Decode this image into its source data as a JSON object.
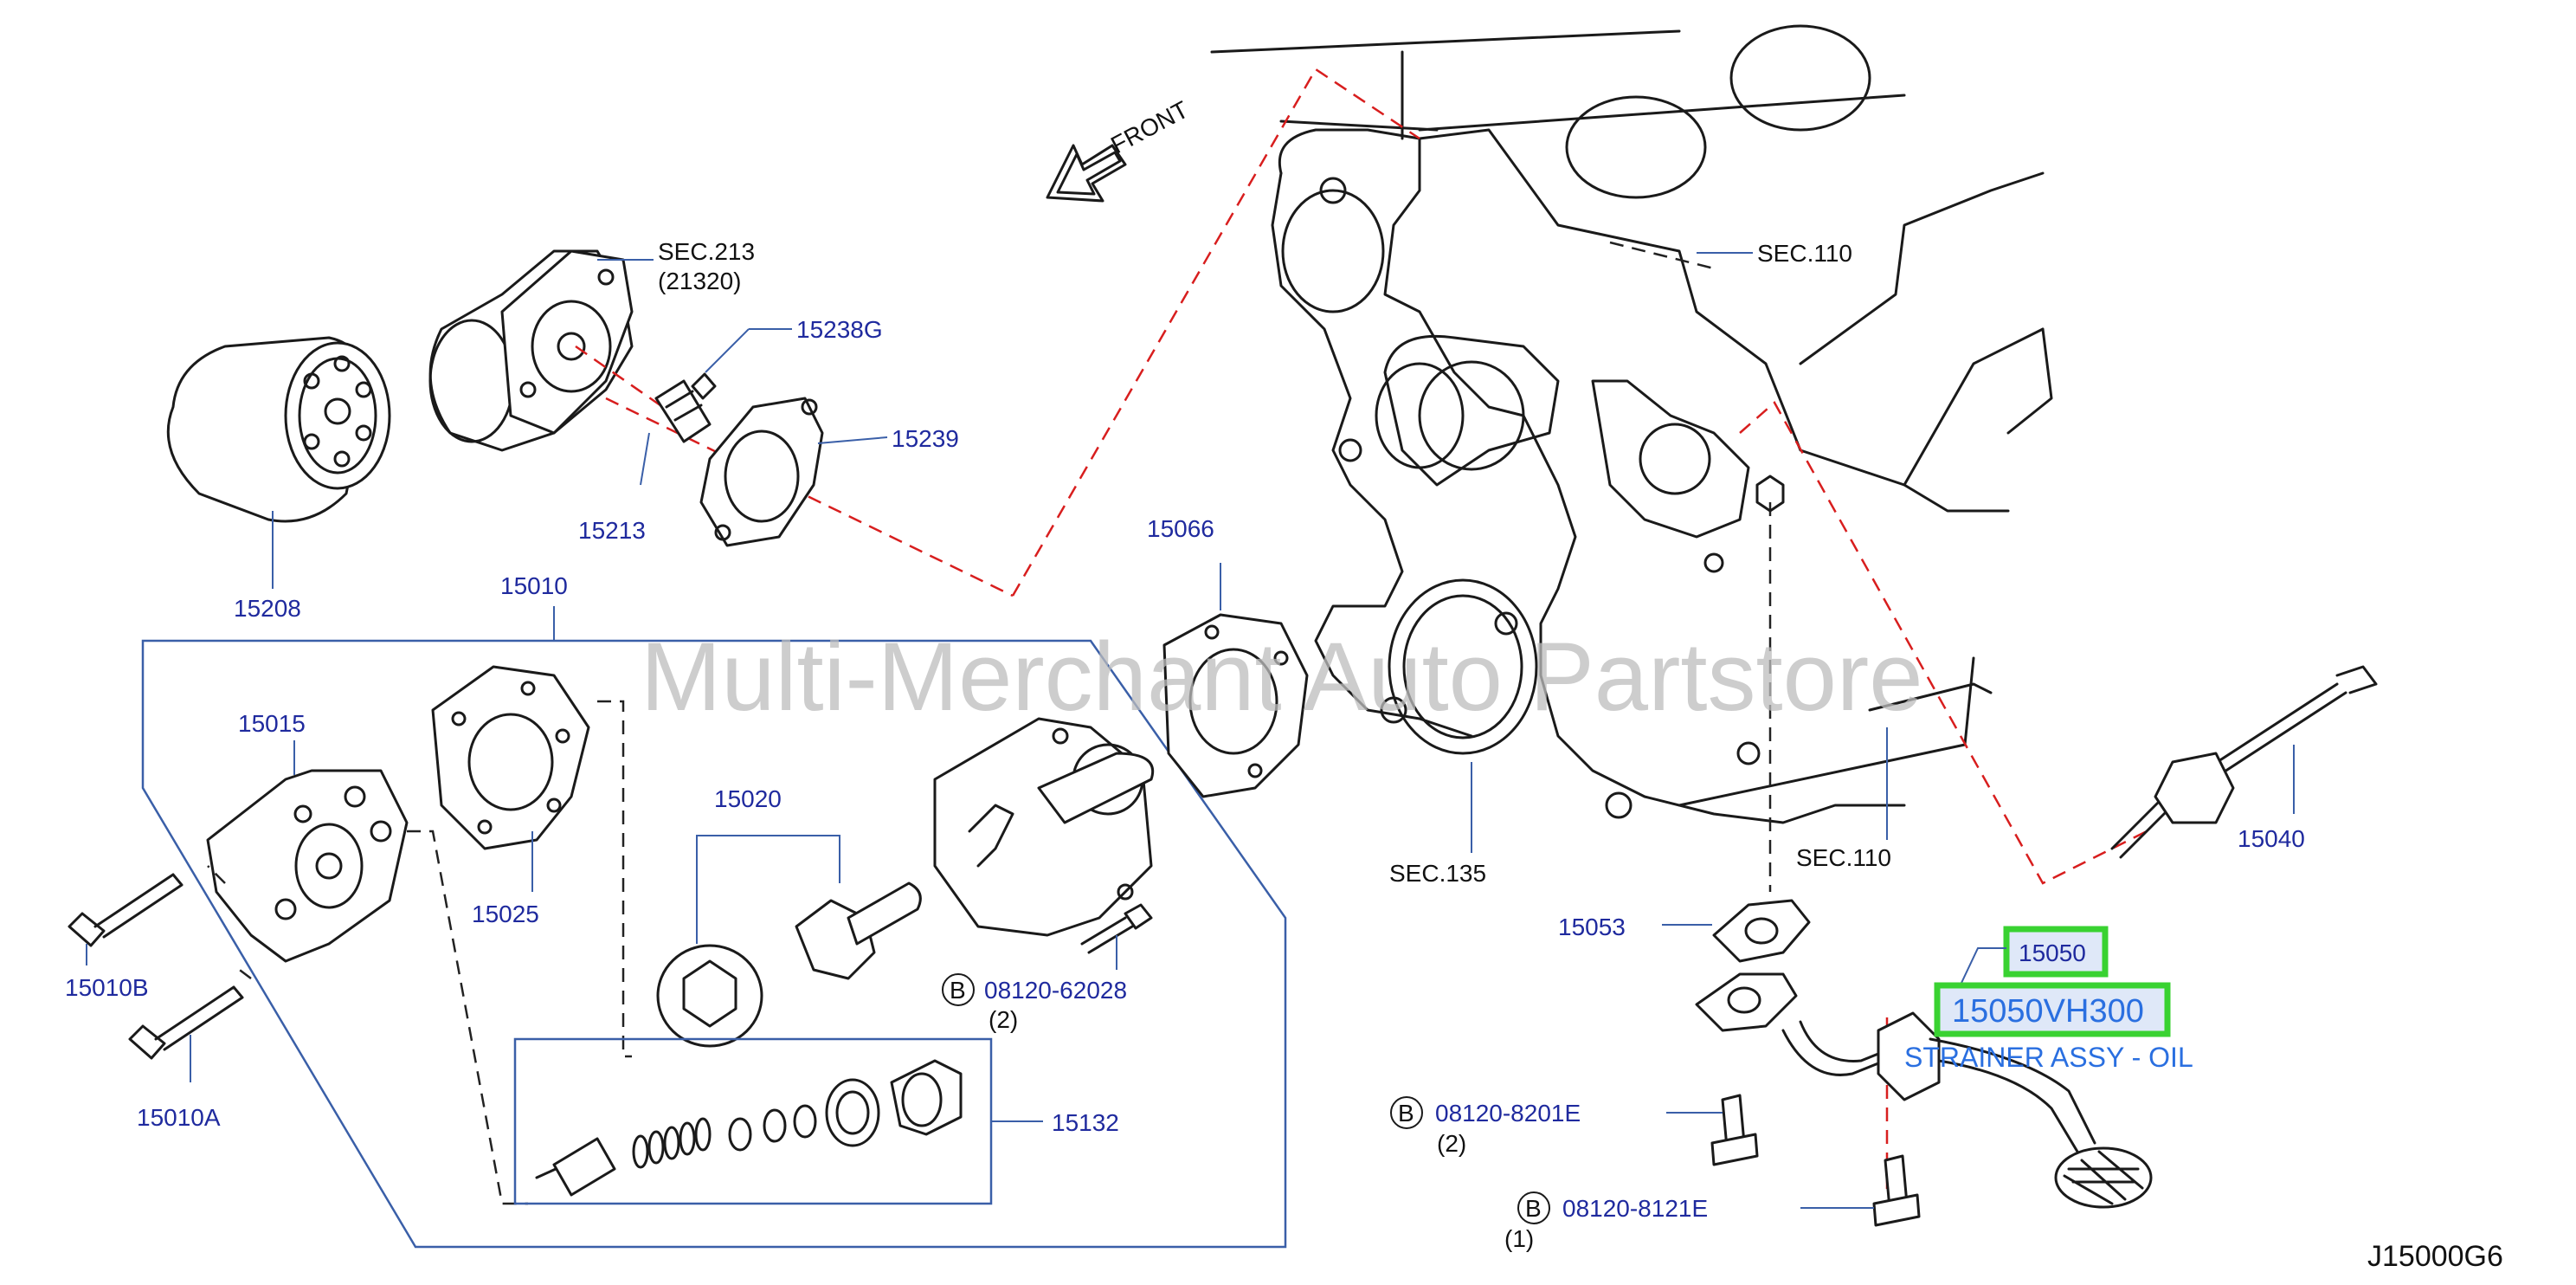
{
  "watermark": "Multi-Merchant Auto Partstore",
  "diagram_code": "J15000G6",
  "front_label": "FRONT",
  "sections": {
    "sec213": "SEC.213",
    "sec213_sub": "(21320)",
    "sec110_top": "SEC.110",
    "sec110_bottom": "SEC.110",
    "sec135": "SEC.135"
  },
  "parts": {
    "p15238G": "15238G",
    "p15239": "15239",
    "p15213": "15213",
    "p15208": "15208",
    "p15010": "15010",
    "p15066": "15066",
    "p15015": "15015",
    "p15025": "15025",
    "p15020": "15020",
    "p15010B": "15010B",
    "p15010A": "15010A",
    "p15132": "15132",
    "p15040": "15040",
    "p15053": "15053",
    "p15050": "15050"
  },
  "bolts": {
    "b1_code": "08120-62028",
    "b1_qty": "(2)",
    "b2_code": "08120-8201E",
    "b2_qty": "(2)",
    "b3_code": "08120-8121E",
    "b3_qty": "(1)",
    "marker": "B"
  },
  "highlight": {
    "part_number": "15050VH300",
    "description": "STRAINER ASSY - OIL"
  },
  "colors": {
    "label_blue": "#1f2a9e",
    "highlight_green": "#39d231",
    "highlight_text": "#2a6fe0",
    "red_dash": "#d81e1e"
  }
}
